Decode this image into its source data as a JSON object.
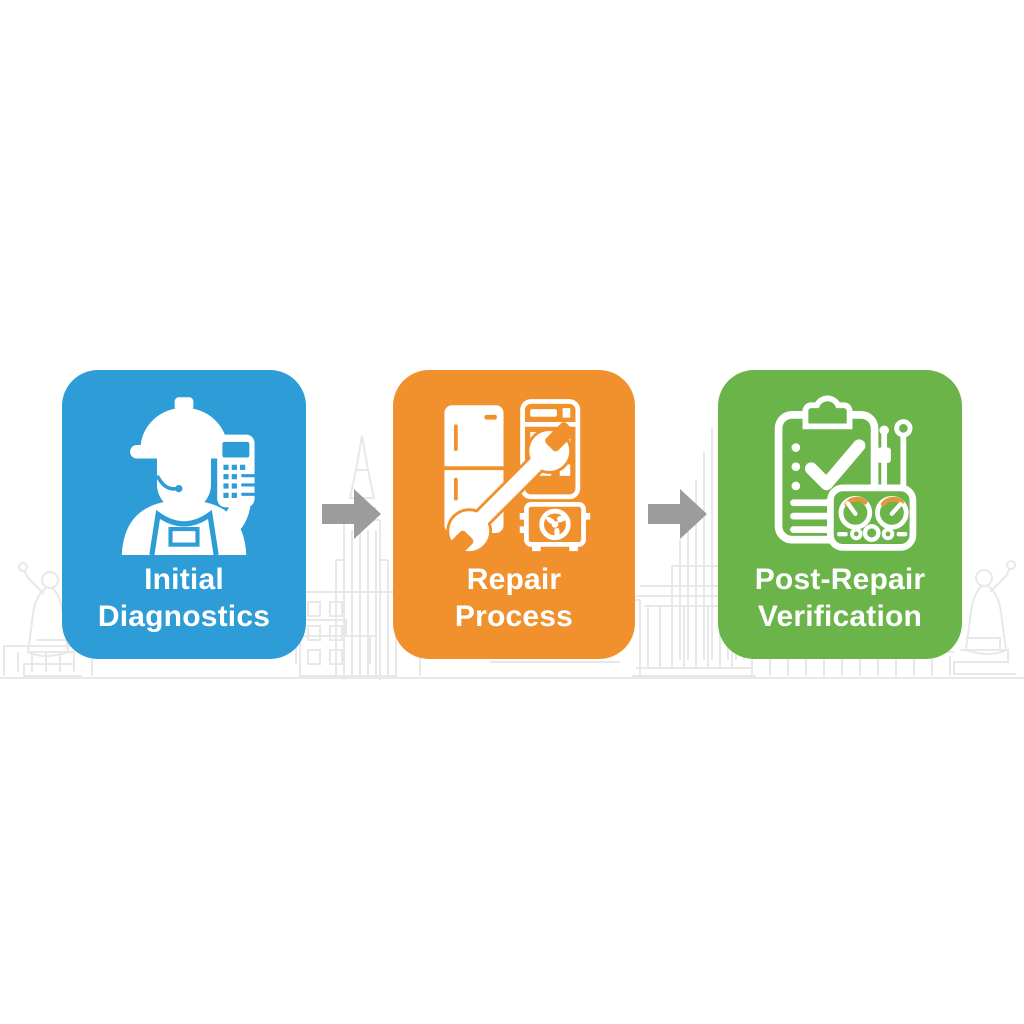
{
  "diagram": {
    "type": "process-flow",
    "steps": [
      {
        "label_line1": "Initial",
        "label_line2": "Diagnostics",
        "color": "#2E9CD6",
        "icon": "technician-with-diagnostic-device-icon"
      },
      {
        "label_line1": "Repair",
        "label_line2": "Process",
        "color": "#F0912D",
        "icon": "appliances-and-wrench-icon"
      },
      {
        "label_line1": "Post-Repair",
        "label_line2": "Verification",
        "color": "#6AB44A",
        "icon": "clipboard-checklist-and-multimeter-icon"
      }
    ],
    "connectors": [
      {
        "icon": "right-arrow-icon",
        "color": "#9C9C9C"
      },
      {
        "icon": "right-arrow-icon",
        "color": "#9C9C9C"
      }
    ],
    "background": {
      "icon": "faint-city-skyline-line-art",
      "color": "#E8E8E8"
    },
    "label_text_color": "#FFFFFF",
    "gauge_accent_color": "#E2973B"
  }
}
